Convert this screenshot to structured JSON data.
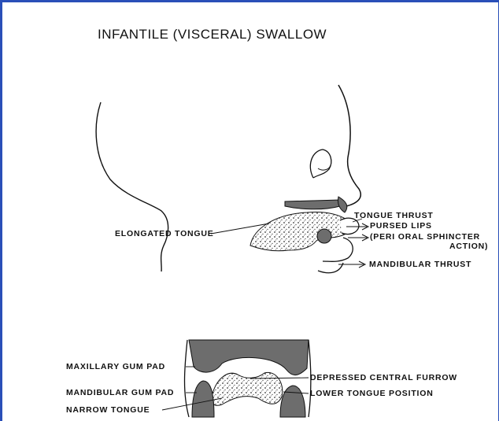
{
  "title": "INFANTILE (VISCERAL) SWALLOW",
  "labels": {
    "elongated_tongue": "ELONGATED TONGUE",
    "tongue_thrust": "TONGUE THRUST",
    "pursed_lips": "PURSED LIPS",
    "peri_oral_1": "(PERI ORAL SPHINCTER",
    "peri_oral_2": "ACTION)",
    "mandibular_thrust": "MANDIBULAR THRUST",
    "maxillary_gum_pad": "MAXILLARY GUM PAD",
    "mandibular_gum_pad": "MANDIBULAR GUM PAD",
    "narrow_tongue": "NARROW TONGUE",
    "depressed_central_furrow": "DEPRESSED CENTRAL FURROW",
    "lower_tongue_position": "LOWER TONGUE POSITION"
  },
  "colors": {
    "border": "#2a4fb8",
    "ink": "#111111",
    "shade": "#6d6d6d"
  }
}
